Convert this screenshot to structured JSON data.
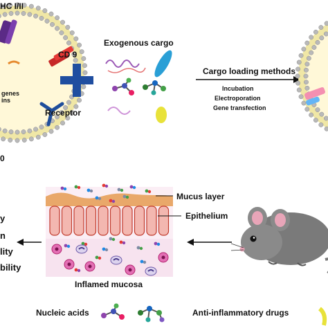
{
  "top_left": {
    "mhc_label_fragment": "HC I/II",
    "cd9_label": "CD 9",
    "inner_text_line1": "genes",
    "inner_text_line2": "ins",
    "receptor_label": "Receptor",
    "bottom_fragment": "0"
  },
  "cargo": {
    "title": "Exogenous cargo"
  },
  "loading": {
    "title": "Cargo loading methods",
    "methods": [
      "Incubation",
      "Electroporation",
      "Gene transfection"
    ]
  },
  "mucosa": {
    "mucus_label": "Mucus layer",
    "epithelium_label": "Epithelium",
    "caption": "Inflamed mucosa"
  },
  "left_fragments": [
    "y",
    "n",
    "lity",
    "bility"
  ],
  "legend": {
    "nucleic_acids": "Nucleic acids",
    "anti_inflammatory": "Anti-inflammatory drugs"
  },
  "colors": {
    "membrane_head": "#b9b9b9",
    "membrane_tail": "#f0e7a6",
    "mhc": "#5b2a86",
    "cd9": "#c62828",
    "receptor": "#1f4e9c",
    "plus": "#1f4ea0",
    "mucus": "#e9a86a",
    "epithelium": "#f3b7b0",
    "tissue": "#f7e3ef",
    "mouse": "#7a7a7a"
  }
}
